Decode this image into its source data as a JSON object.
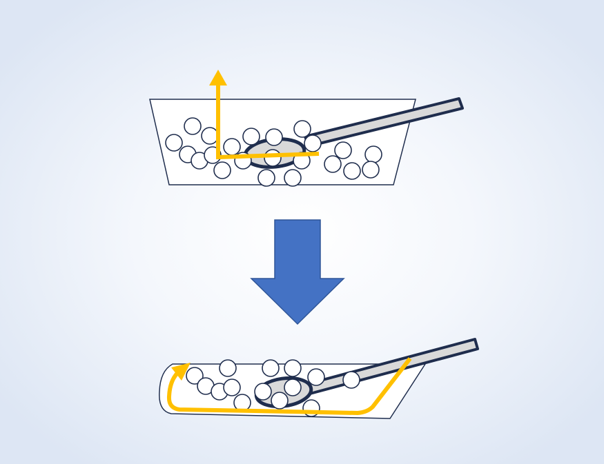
{
  "diagram": {
    "description_free": true,
    "colors": {
      "background_center": "#ffffff",
      "background_edge": "#dde6f4",
      "container_fill": "#ffffff",
      "container_stroke": "#1f2d4d",
      "particle_fill": "#ffffff",
      "particle_stroke": "#1f2d4d",
      "spoon_handle_fill": "#d9d9d9",
      "spoon_outline": "#1f2d4d",
      "path_arrow": "#ffc000",
      "transition_arrow": "#4472c4",
      "transition_arrow_stroke": "#2f5597"
    },
    "panels": [
      {
        "id": "top",
        "shape": "deep-trapezoid-container",
        "arrow": "vertical-lift"
      },
      {
        "id": "bottom",
        "shape": "shallow-tray-container",
        "arrow": "looping-return"
      }
    ],
    "transition": {
      "shape": "block-arrow-down"
    }
  }
}
